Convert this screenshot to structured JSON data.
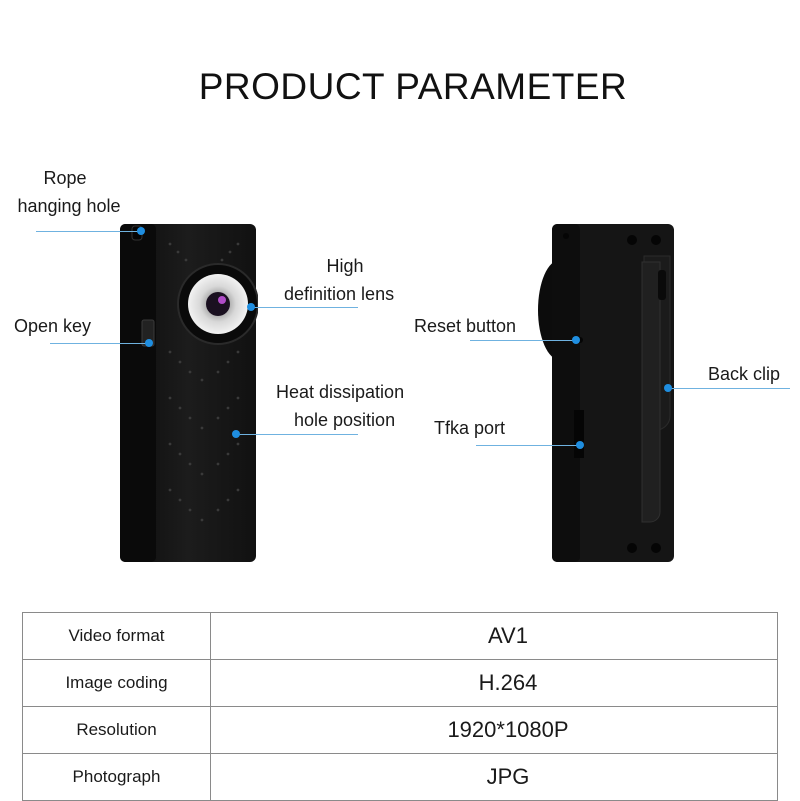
{
  "title": "PRODUCT PARAMETER",
  "callouts": {
    "rope_line1": "Rope",
    "rope_line2": "hanging hole",
    "open_key": "Open key",
    "lens_line1": "High",
    "lens_line2": "definition lens",
    "heat_line1": "Heat dissipation",
    "heat_line2": "hole position",
    "reset_button": "Reset button",
    "tfka_port": "Tfka port",
    "back_clip": "Back clip"
  },
  "specs": [
    {
      "label": "Video format",
      "value": "AV1"
    },
    {
      "label": "Image coding",
      "value": "H.264"
    },
    {
      "label": "Resolution",
      "value": "1920*1080P"
    },
    {
      "label": "Photograph",
      "value": "JPG"
    }
  ],
  "colors": {
    "accent": "#1f8ee0",
    "leader_line": "#6fb2e0",
    "device": "#161616"
  }
}
